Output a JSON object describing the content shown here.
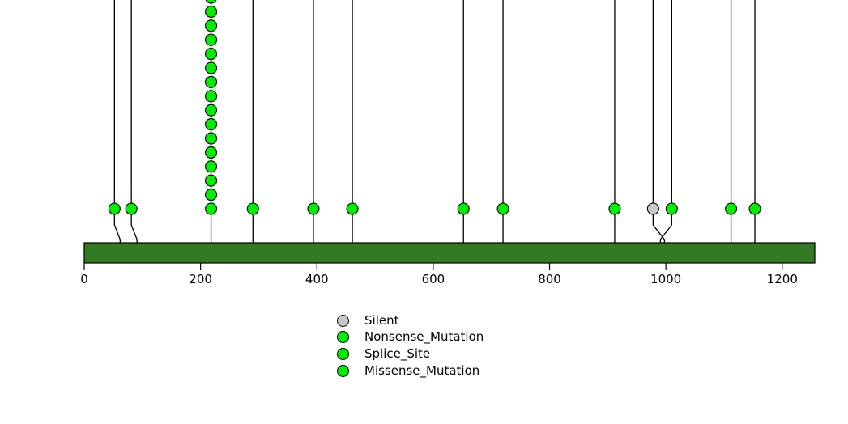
{
  "chart_data": {
    "type": "scatter",
    "title": "",
    "subtitle": "",
    "xlabel": "",
    "ylabel": "",
    "xlim": [
      0,
      1256
    ],
    "grid": false,
    "legend_position": "bottom-center",
    "xticks": [
      0,
      200,
      400,
      600,
      800,
      1000,
      1200
    ],
    "xtick_labels": [
      "0",
      "200",
      "400",
      "600",
      "800",
      "1000",
      "1200"
    ],
    "protein_domain": {
      "label": "",
      "start": 0,
      "end": 1256,
      "color": "#317a21"
    },
    "legend": [
      {
        "label": "Silent",
        "color": "#c8c8c8"
      },
      {
        "label": "Nonsense_Mutation",
        "color": "#00ee00"
      },
      {
        "label": "Splice_Site",
        "color": "#00ee00"
      },
      {
        "label": "Missense_Mutation",
        "color": "#00ee00"
      }
    ],
    "series": [
      {
        "name": "Missense_Mutation",
        "color": "#00ee00"
      },
      {
        "name": "Splice_Site",
        "color": "#00ee00"
      },
      {
        "name": "Nonsense_Mutation",
        "color": "#00ee00"
      },
      {
        "name": "Silent",
        "color": "#c8c8c8"
      }
    ],
    "lollipops": [
      {
        "x": 52,
        "count": 1,
        "color": "#00ee00",
        "type": "Missense_Mutation",
        "stem_bend": 7
      },
      {
        "x": 81,
        "count": 1,
        "color": "#00ee00",
        "type": "Missense_Mutation",
        "stem_bend": 7
      },
      {
        "x": 218,
        "count": 16,
        "color": "#00ee00",
        "type": "Missense_Mutation",
        "stem_bend": 0
      },
      {
        "x": 290,
        "count": 1,
        "color": "#00ee00",
        "type": "Missense_Mutation",
        "stem_bend": 0
      },
      {
        "x": 394,
        "count": 1,
        "color": "#00ee00",
        "type": "Missense_Mutation",
        "stem_bend": 0
      },
      {
        "x": 461,
        "count": 1,
        "color": "#00ee00",
        "type": "Missense_Mutation",
        "stem_bend": 0
      },
      {
        "x": 652,
        "count": 1,
        "color": "#00ee00",
        "type": "Missense_Mutation",
        "stem_bend": 0
      },
      {
        "x": 720,
        "count": 1,
        "color": "#00ee00",
        "type": "Missense_Mutation",
        "stem_bend": 0
      },
      {
        "x": 912,
        "count": 1,
        "color": "#00ee00",
        "type": "Missense_Mutation",
        "stem_bend": 0
      },
      {
        "x": 978,
        "count": 1,
        "color": "#c8c8c8",
        "type": "Silent",
        "stem_bend": 14
      },
      {
        "x": 1010,
        "count": 1,
        "color": "#00ee00",
        "type": "Missense_Mutation",
        "stem_bend": -14
      },
      {
        "x": 1112,
        "count": 1,
        "color": "#00ee00",
        "type": "Missense_Mutation",
        "stem_bend": 0
      },
      {
        "x": 1153,
        "count": 1,
        "color": "#00ee00",
        "type": "Missense_Mutation",
        "stem_bend": 0
      }
    ]
  }
}
